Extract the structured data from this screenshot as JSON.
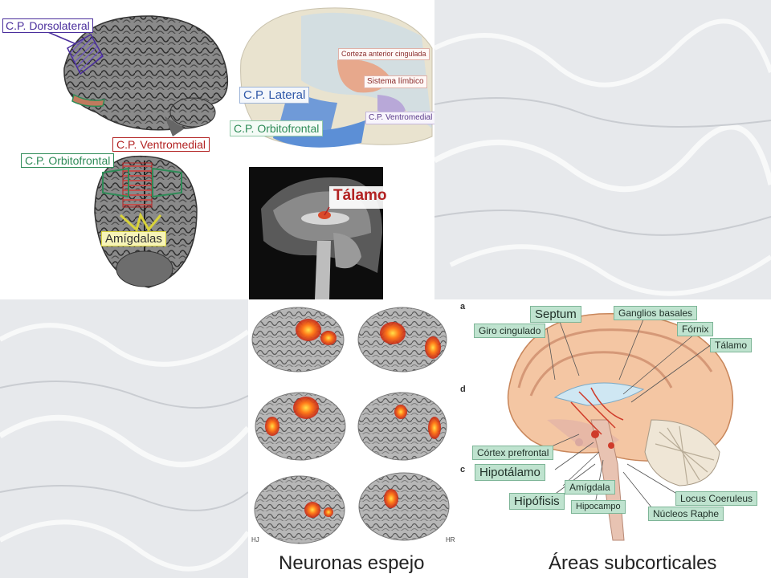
{
  "top_left": {
    "labels": {
      "dorsolateral": "C.P. Dorsolateral",
      "lateral": "C.P. Lateral",
      "orbitofrontal_side": "C.P. Orbitofrontal",
      "corteza_cingulada": "Corteza anterior cingulada",
      "sistema_limbico": "Sistema límbico",
      "ventromedial_side": "C.P. Ventromedial",
      "ventromedial_bottom": "C.P. Ventromedial",
      "orbitofrontal_bottom": "C.P. Orbitofrontal",
      "amigdalas": "Amígdalas",
      "talamo_mri": "Tálamo"
    },
    "colors": {
      "purple": "#4a2e9c",
      "green": "#2e8b57",
      "red": "#b22222",
      "blue": "#2f58a8",
      "yellow": "#d8d23a"
    }
  },
  "neuronas_espejo": {
    "caption": "Neuronas espejo",
    "corner_left": "HJ",
    "corner_right": "HR"
  },
  "subcortical": {
    "caption": "Áreas subcorticales",
    "side_letters": [
      "a",
      "d",
      "c"
    ],
    "labels": {
      "septum": "Septum",
      "ganglios": "Ganglios basales",
      "fornix": "Fórnix",
      "talamo": "Tálamo",
      "giro": "Giro cingulado",
      "cortex": "Córtex prefrontal",
      "hipotalamo": "Hipotálamo",
      "amigdala": "Amígdala",
      "hipofisis": "Hipófisis",
      "hipocampo": "Hipocampo",
      "locus": "Locus Coeruleus",
      "nucleos": "Núcleos Raphe"
    }
  }
}
